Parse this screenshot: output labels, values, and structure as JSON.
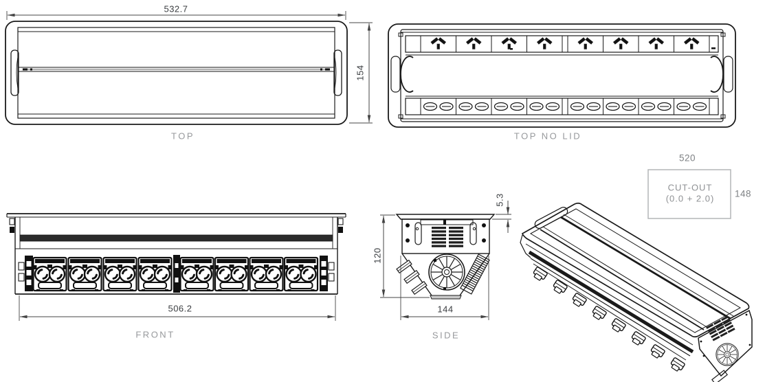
{
  "views": {
    "top": {
      "label": "TOP",
      "dims": {
        "width": "532.7",
        "height": "154"
      }
    },
    "top_no_lid": {
      "label": "TOP NO LID",
      "socket_count": 8,
      "slot_pair_count": 8
    },
    "front": {
      "label": "FRONT",
      "dims": {
        "width": "506.2"
      },
      "module_count": 8,
      "connector_count": 16
    },
    "side": {
      "label": "SIDE",
      "dims": {
        "height": "120",
        "width": "144",
        "flange_thickness": "5.3"
      }
    },
    "cutout": {
      "label": "CUT-OUT",
      "tolerance": "(0.0 + 2.0)",
      "dims": {
        "width": "520",
        "height": "148"
      }
    },
    "isometric": {
      "label": ""
    }
  },
  "colors": {
    "line": "#1a1a1a",
    "dim_line": "#444444",
    "dim_text": "#3b3e41",
    "view_label": "#97999c",
    "cutout_outline": "#b3b5b7",
    "cutout_text": "#8f9194"
  }
}
